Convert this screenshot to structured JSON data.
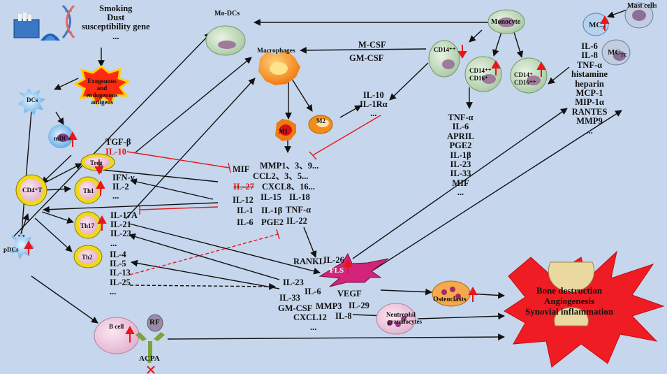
{
  "colors": {
    "background": "#c6d6ec",
    "up": "#e8161b",
    "inhibit": "#e8161b",
    "arrow": "#111111",
    "outcome_burst": "#ef1c24"
  },
  "triggers": {
    "lines": [
      "Smoking",
      "Dust",
      "susceptibility gene",
      "..."
    ]
  },
  "antigens": {
    "label": "Exogenous and endogenous antigens"
  },
  "cells": {
    "dcs": "DCs",
    "mdcs": "mDCs",
    "pdcs": "pDCs",
    "cd4t": "CD4⁺T",
    "treg": "Treg",
    "th1": "Th1",
    "th17": "Th17",
    "th2": "Th2",
    "bcell": "B cell",
    "rf": "RF",
    "acpa": "ACPA",
    "mo_dcs": "Mo-DCs",
    "macrophages": "Macrophages",
    "m1": "M1",
    "m2": "M2",
    "monocyte": "Monocyte",
    "cd14pp": "CD14⁺⁺",
    "cd14pp_cd16p": [
      "CD14⁺⁺",
      "CD16⁺"
    ],
    "cd14p_cd16pp": [
      "CD14⁺",
      "CD16⁺⁺"
    ],
    "mast_cells": "Mast cells",
    "mc_t": "MC",
    "mc_t_sub": "T",
    "mc_tc": "MC",
    "mc_tc_sub": "TC",
    "fls": "FLS",
    "osteoclasts": "Osteoclasts",
    "neutrophil": [
      "Neutrophil",
      "granulocytes"
    ]
  },
  "texts": {
    "mcsf": "M-CSF",
    "gmcsf": "GM-CSF",
    "m2_products": [
      "IL-10",
      "IL-1Rα",
      "..."
    ]
  },
  "treg_cytokines": [
    "TGF-β",
    "IL-10"
  ],
  "th1_cytokines": [
    "IFN-γ",
    "IL-2",
    "..."
  ],
  "th17_cytokines": [
    "IL-17A",
    "IL-21",
    "IL-23",
    "..."
  ],
  "th2_cytokines": [
    "IL-4",
    "IL-5",
    "IL-13",
    "IL-25",
    "..."
  ],
  "macro_cytokines": {
    "mif": "MIF",
    "mmp": "MMP1、3、9...",
    "ccl": "CCL2、3、5...",
    "il27": "IL-27",
    "cxcl": "CXCL8、16...",
    "il12": "IL-12",
    "il15": "IL-15",
    "il18": "IL-18",
    "il1": "IL-1",
    "il1b": "IL-1β",
    "tnfa": "TNF-α",
    "il6": "IL-6",
    "pge2": "PGE2",
    "il22": "IL-22"
  },
  "monocyte_products": [
    "TNF-α",
    "IL-6",
    "APRIL",
    "PGE2",
    "IL-1β",
    "IL-23",
    "IL-33",
    "MIF",
    "..."
  ],
  "mast_products": [
    "IL-6",
    "IL-8",
    "TNF-α",
    "histamine",
    "heparin",
    "MCP-1",
    "MIP-1α",
    "RANTES",
    "MMP9",
    "..."
  ],
  "fls_cluster": {
    "rankl": "RANKL",
    "il26": "IL-26",
    "il23": "IL-23",
    "il6": "IL-6",
    "vegf": "VEGF",
    "il33": "IL-33",
    "gmcsf": "GM-CSF",
    "mmp3": "MMP3",
    "il29": "IL-29",
    "cxcl12": "CXCL12",
    "il8": "IL-8",
    "more": "..."
  },
  "outcome": [
    "Bone destruction",
    "Angiogenesis",
    "Synovial inflammation"
  ]
}
